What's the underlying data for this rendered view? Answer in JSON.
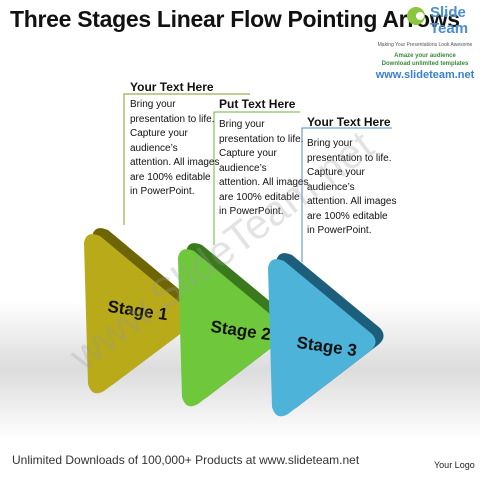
{
  "title": "Three Stages Linear Flow Pointing Arrows",
  "logo": {
    "brand_1": "Slide",
    "brand_2": "Team",
    "tagline": "Making Your Presentations Look Awesome",
    "line_1": "Amaze your audience",
    "line_2": "Download unlimited templates",
    "url": "www.slideteam.net"
  },
  "stages": [
    {
      "heading": "Your Text Here",
      "body": "Bring your presentation to life. Capture your audience’s attention. All images are 100% editable in PowerPoint.",
      "label": "Stage 1",
      "color": "#b8aa18"
    },
    {
      "heading": "Put Text Here",
      "body": "Bring your presentation to life. Capture your audience’s attention. All images are 100% editable in PowerPoint.",
      "label": "Stage 2",
      "color": "#6fc83c"
    },
    {
      "heading": "Your Text Here",
      "body": "Bring your presentation to life. Capture your audience’s attention. All images are 100% editable in PowerPoint.",
      "label": "Stage 3",
      "color": "#4db3d9"
    }
  ],
  "watermark": "www.SlideTeam.net",
  "footer": "Unlimited Downloads of 100,000+ Products at www.slideteam.net",
  "your_logo": "Your Logo"
}
